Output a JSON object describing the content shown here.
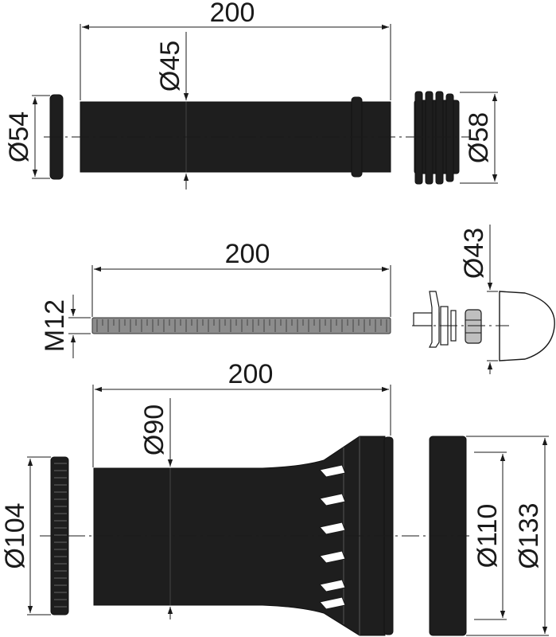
{
  "section_1": {
    "length": "200",
    "pipe_diameter": "Ø45",
    "seal_ring_diameter": "Ø54",
    "sleeve_diameter": "Ø58"
  },
  "section_2": {
    "length": "200",
    "thread": "M12",
    "cap_diameter": "Ø43"
  },
  "section_3": {
    "length": "200",
    "pipe_diameter": "Ø90",
    "ring_diameter": "Ø104",
    "collar_inner_diameter": "Ø110",
    "collar_outer_diameter": "Ø133"
  },
  "colors": {
    "part_fill": "#1e1e1e",
    "rod_fill": "#8c8c8c",
    "line": "#1a1a1a"
  }
}
